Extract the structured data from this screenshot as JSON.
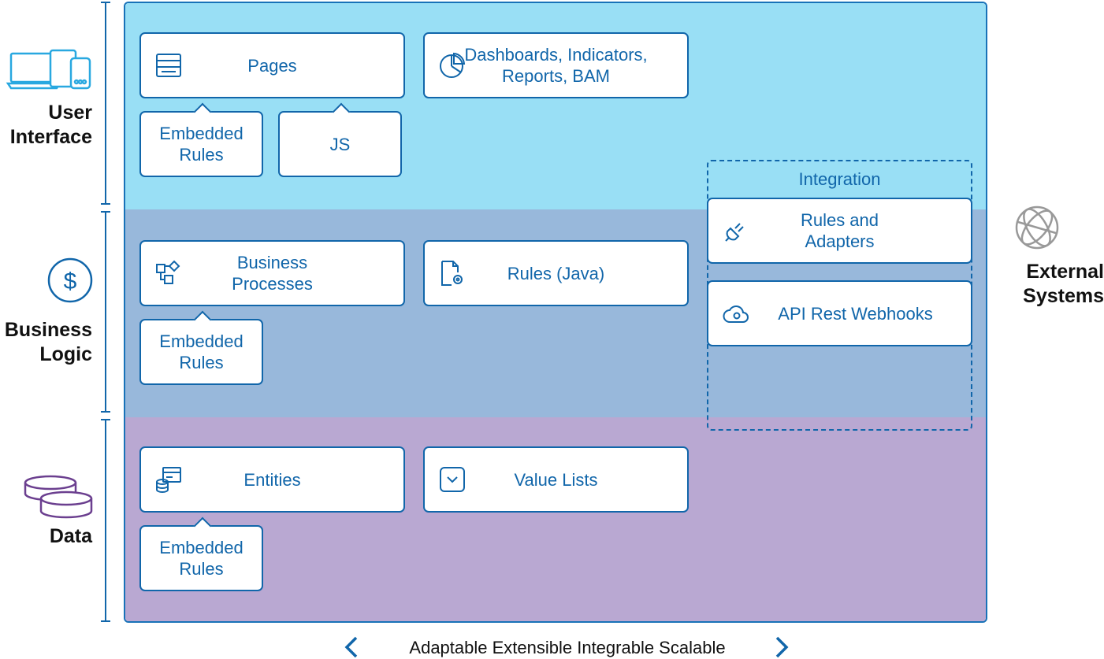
{
  "layers": {
    "user_interface": "User\nInterface",
    "business_logic": "Business\nLogic",
    "data": "Data"
  },
  "ui": {
    "pages": "Pages",
    "dashboards": "Dashboards, Indicators,\nReports, BAM",
    "embedded_rules": "Embedded\nRules",
    "js": "JS"
  },
  "business": {
    "processes": "Business\nProcesses",
    "rules_java": "Rules (Java)",
    "embedded_rules": "Embedded\nRules"
  },
  "data_layer": {
    "entities": "Entities",
    "value_lists": "Value Lists",
    "embedded_rules": "Embedded\nRules"
  },
  "integration": {
    "title": "Integration",
    "rules_adapters": "Rules and\nAdapters",
    "api_rest": "API Rest Webhooks"
  },
  "external_systems": "External\nSystems",
  "footer": "Adaptable Extensible Integrable Scalable",
  "colors": {
    "ui_band": "#99dff5",
    "business_band": "#98b8db",
    "data_band": "#b9a8d2",
    "accent": "#1166aa"
  }
}
